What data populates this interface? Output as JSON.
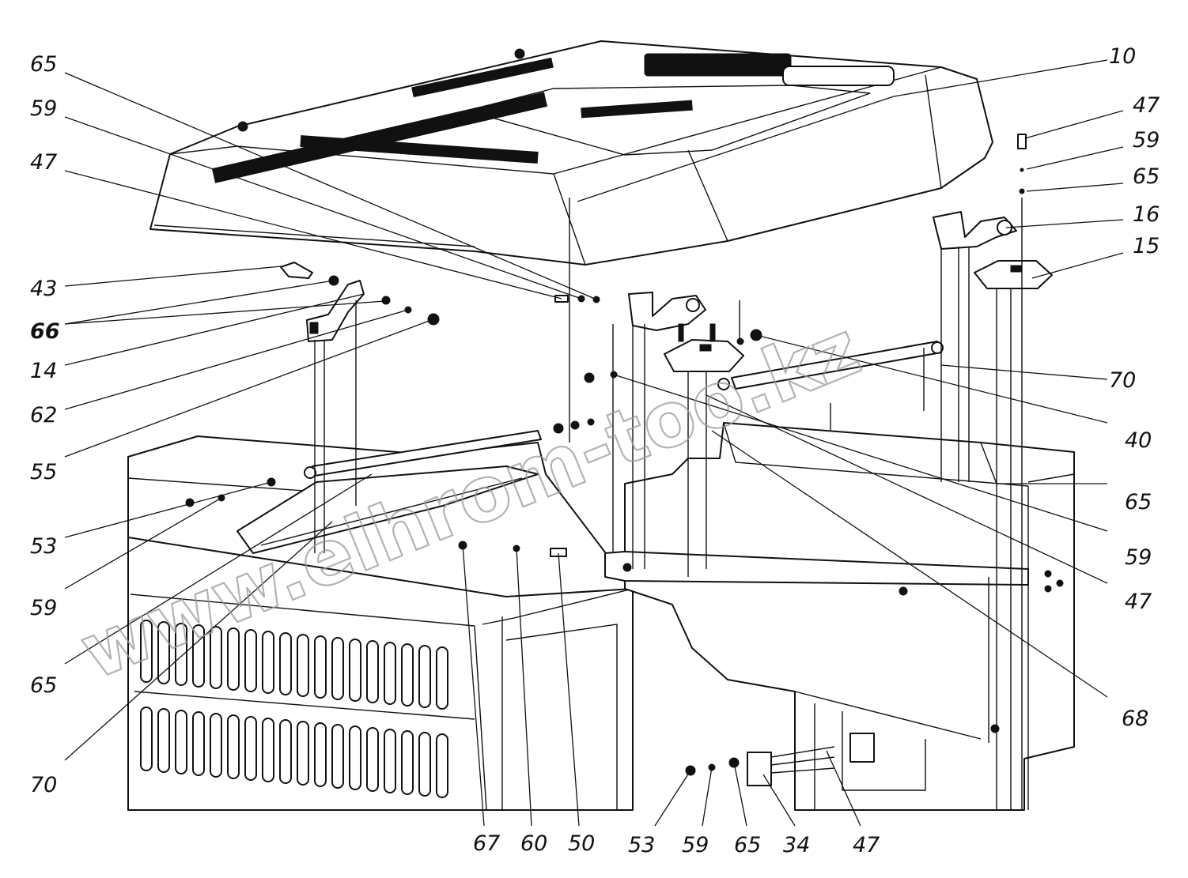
{
  "watermark": "www.elhrom-too.kz",
  "callouts": {
    "c65_top": "65",
    "c59_top": "59",
    "c47_top": "47",
    "c43": "43",
    "c66": "66",
    "c14": "14",
    "c62": "62",
    "c55": "55",
    "c53_left": "53",
    "c59_left": "59",
    "c65_left": "65",
    "c70_left": "70",
    "c10": "10",
    "c47_right_top": "47",
    "c59_right_top": "59",
    "c65_right_top": "65",
    "c16": "16",
    "c15": "15",
    "c70_right": "70",
    "c40": "40",
    "c65_right": "65",
    "c59_right": "59",
    "c47_right": "47",
    "c68": "68",
    "c67": "67",
    "c60": "60",
    "c50": "50",
    "c53_bottom": "53",
    "c59_bottom": "59",
    "c65_bottom": "65",
    "c34": "34",
    "c47_bottom": "47"
  },
  "colors": {
    "line": "#111111",
    "watermark": "#9a9a9a",
    "background": "#ffffff"
  }
}
